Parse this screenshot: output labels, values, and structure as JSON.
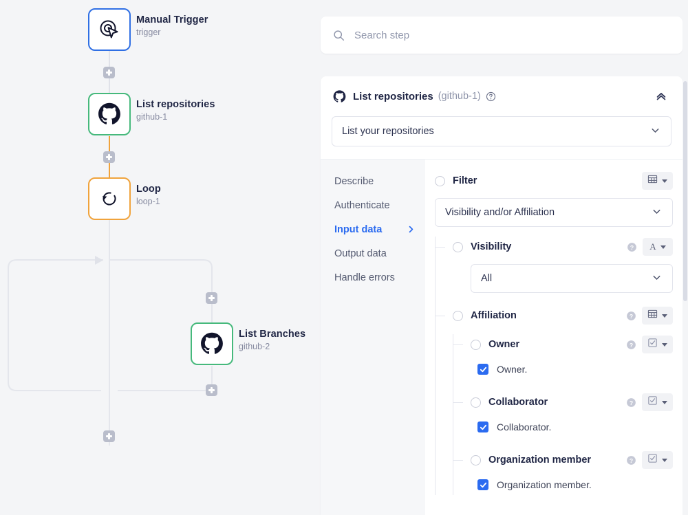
{
  "canvas": {
    "nodes": [
      {
        "title": "Manual Trigger",
        "subtitle": "trigger",
        "icon": "cursor-click-icon",
        "accent": "#2f6fe4"
      },
      {
        "title": "List repositories",
        "subtitle": "github-1",
        "icon": "github-icon",
        "accent": "#46b97c"
      },
      {
        "title": "Loop",
        "subtitle": "loop-1",
        "icon": "loop-icon",
        "accent": "#f0a33c"
      },
      {
        "title": "List Branches",
        "subtitle": "github-2",
        "icon": "github-icon",
        "accent": "#46b97c"
      }
    ],
    "add_button_label": "+"
  },
  "search": {
    "placeholder": "Search step",
    "value": "",
    "icon": "search-icon"
  },
  "step": {
    "icon": "github-icon",
    "title": "List repositories",
    "id": "(github-1)",
    "help_icon": "question-circle-icon",
    "collapse_icon": "chevron-double-up-icon",
    "action": "List your repositories",
    "tabs": [
      {
        "label": "Describe",
        "active": false
      },
      {
        "label": "Authenticate",
        "active": false
      },
      {
        "label": "Input data",
        "active": true
      },
      {
        "label": "Output data",
        "active": false
      },
      {
        "label": "Handle errors",
        "active": false
      }
    ]
  },
  "form": {
    "filter": {
      "label": "Filter",
      "type_glyph": "table-icon",
      "select_value": "Visibility and/or Affiliation"
    },
    "visibility": {
      "label": "Visibility",
      "type_glyph": "A",
      "select_value": "All"
    },
    "affiliation": {
      "label": "Affiliation",
      "type_glyph": "table-icon",
      "items": [
        {
          "label": "Owner",
          "type_glyph": "checkbox-icon",
          "checkbox_label": "Owner.",
          "checked": true
        },
        {
          "label": "Collaborator",
          "type_glyph": "checkbox-icon",
          "checkbox_label": "Collaborator.",
          "checked": true
        },
        {
          "label": "Organization member",
          "type_glyph": "checkbox-icon",
          "checkbox_label": "Organization member.",
          "checked": true
        }
      ]
    }
  },
  "colors": {
    "accent_blue": "#2b6bf0",
    "node_blue": "#2f6fe4",
    "node_green": "#46b97c",
    "node_orange": "#f0a33c",
    "canvas_bg": "#f4f5f7",
    "text_dark": "#1f2544",
    "text_muted": "#9096ab"
  }
}
